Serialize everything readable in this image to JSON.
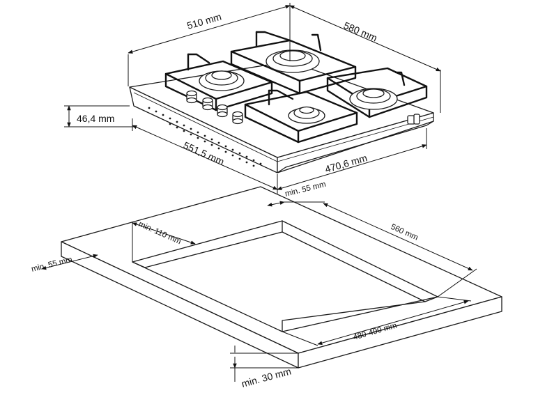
{
  "dimensions": {
    "width": "510 mm",
    "depth": "580 mm",
    "height": "46,4 mm",
    "front_width": "551,5 mm",
    "front_depth": "470,6 mm",
    "clearance_back": "min. 55 mm",
    "cutout_depth": "560 mm",
    "clearance_side": "min. 110 mm",
    "clearance_front": "min. 55 mm",
    "cutout_width": "480-490 mm",
    "worktop_thickness": "min. 30 mm"
  }
}
